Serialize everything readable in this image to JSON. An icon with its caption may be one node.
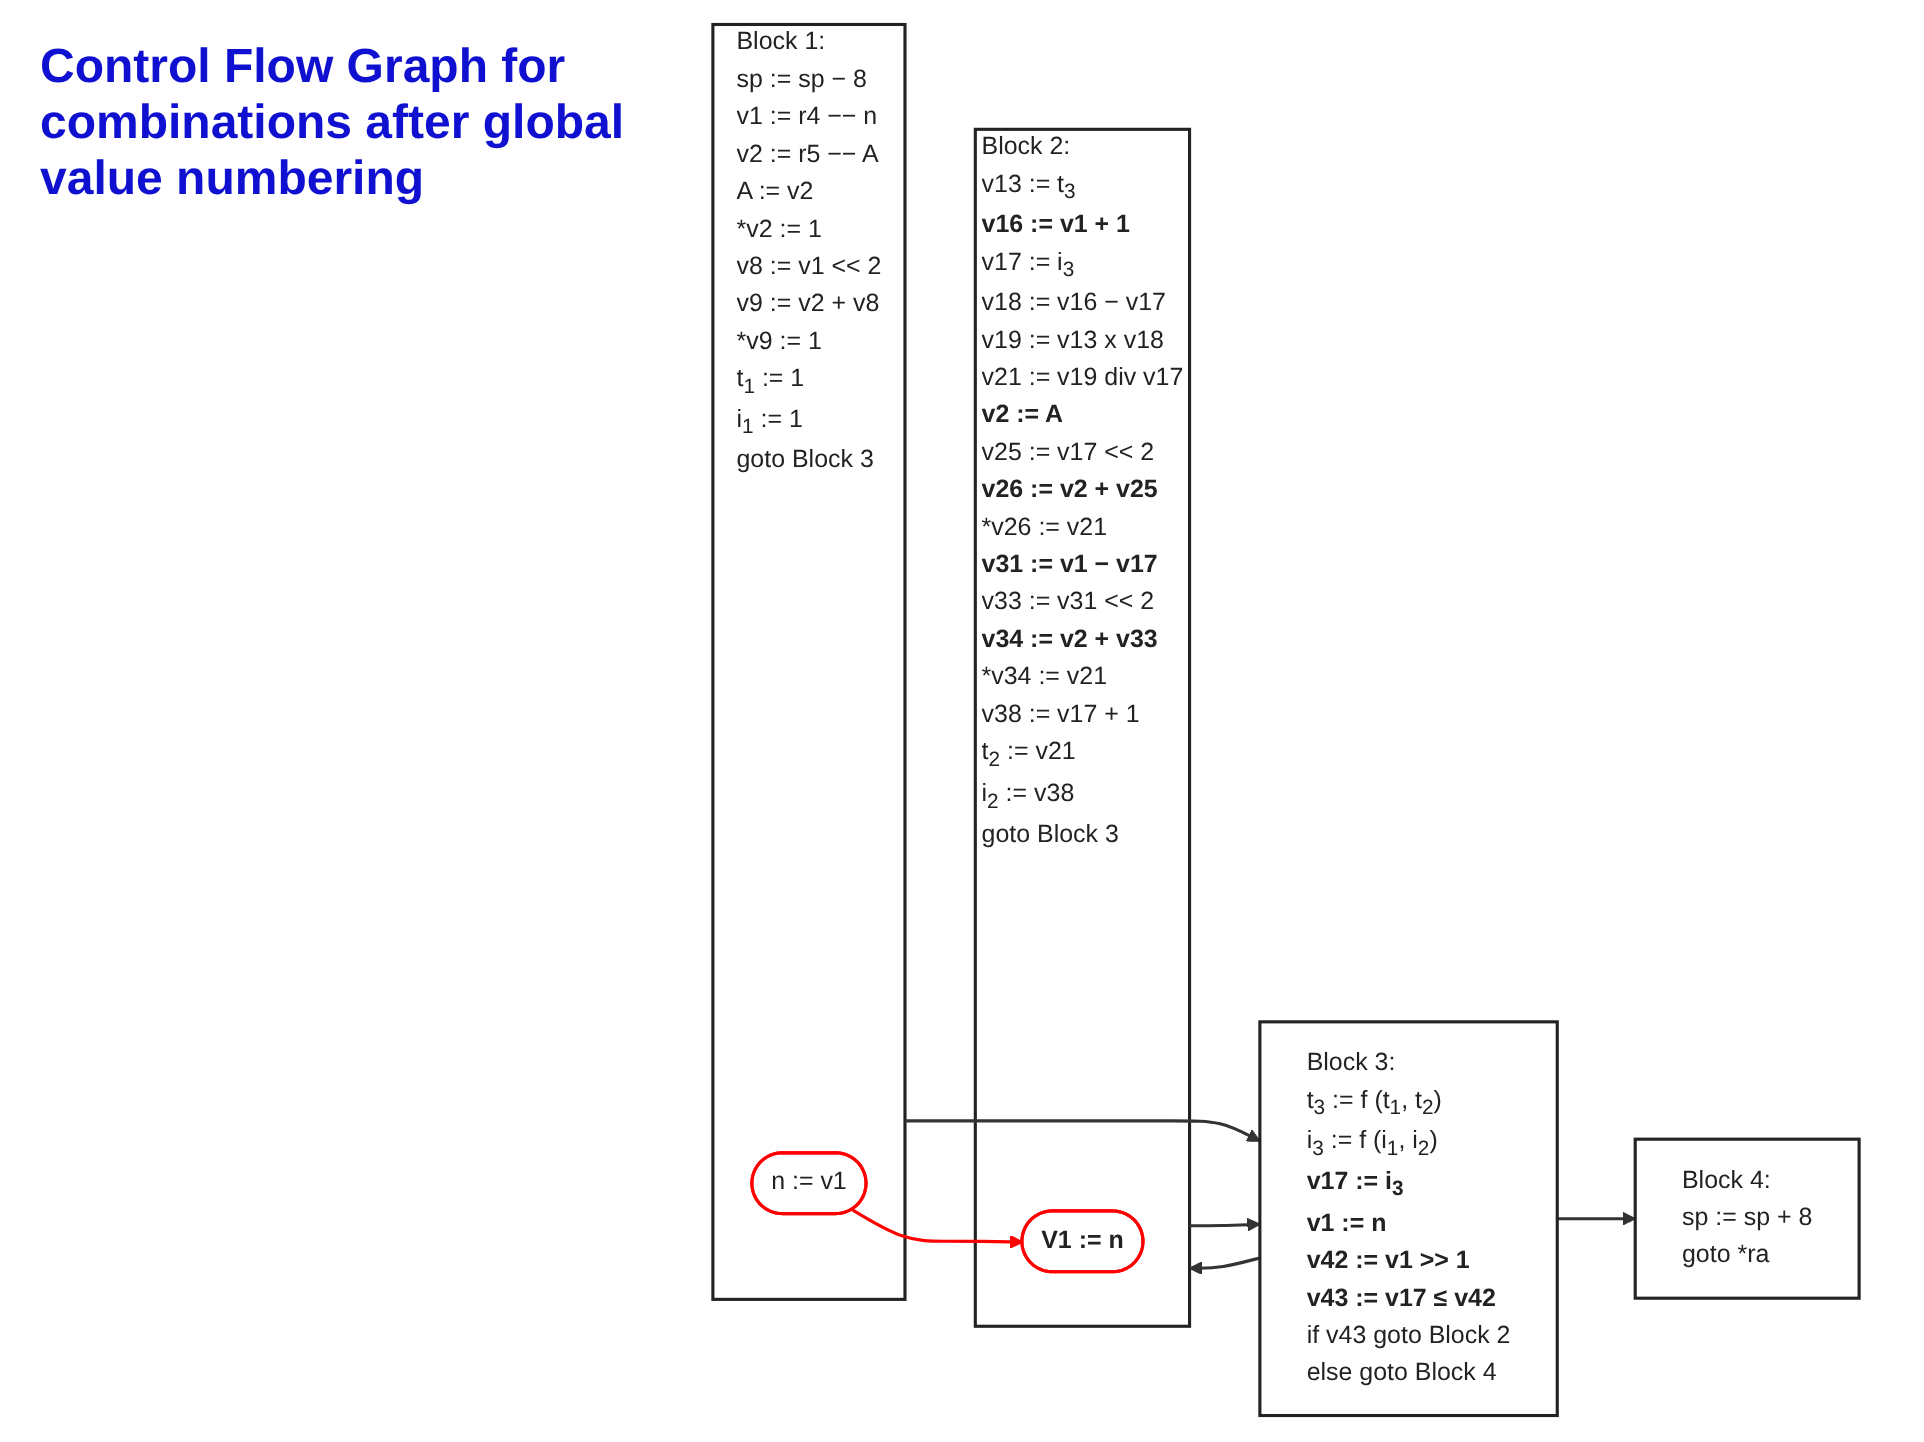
{
  "diagram": {
    "title": "Control Flow Graph for combinations after global value numbering",
    "nodes": [
      {
        "text": [
          "Block 2:",
          "v13 := t$_{3}$",
          "**v16 := v1 + 1**",
          "v17 := i$_{3}$",
          "v18 := v16 − v17",
          "v19 := v13 x v18",
          "v21 := v19 div v17",
          "**v2 := A**",
          "v25 := v17 << 2",
          "**v26 := v2 + v25**",
          "*v26 := v21",
          "**v31 := v1 − v17**",
          "v33 := v31 << 2",
          "**v34 := v2 + v33**",
          "*v34 := v21",
          "v38 := v17 + 1",
          "t$_{2}$ := v21",
          "i$_{2}$ := v38",
          "goto Block 3"
        ]
      },
      {
        "text": [
          "V1 := n"
        ],
        "in": 0
      },
      {
        "text": [
          "Block 1:",
          "sp := sp − 8",
          "v1 := r4 −− n",
          "v2 := r5 −− A",
          "A := v2",
          "*v2 := 1",
          "v8 := v1 << 2",
          "v9 := v2 + v8",
          "*v9 := 1",
          "t$_{1}$ := 1",
          "i$_{1}$ := 1",
          "goto Block 3"
        ]
      },
      {
        "text": [
          "n := v1"
        ],
        "in": 2
      },
      {
        "text": [
          "Block 3:",
          "t$_{3}$ := f (t$_{1}$, t$_{2}$)",
          "i$_{3}$ := f (i$_{1}$, i$_{2}$)",
          "**v17 := i$_{3}$**",
          "**v1 := n**",
          "**v42 := v1 >> 1**",
          "**v43 := v17 ≤ v42**",
          "if v43 goto Block 2",
          "else goto Block 4"
        ]
      },
      {
        "text": [
          "Block 4:",
          "sp := sp + 8",
          "goto *ra"
        ]
      }
    ],
    "edges": [
      {
        "from": 3,
        "to": 1,
        "arrow": "to",
        "color": "#ff0000"
      },
      {
        "from": 2,
        "to": 4,
        "arrow": "to"
      },
      {
        "from": 4,
        "to": 0,
        "arrow": "to"
      },
      {
        "from": 0,
        "to": 4,
        "arrow": "to"
      },
      {
        "from": 4,
        "to": 5,
        "arrow": "to"
      }
    ]
  }
}
